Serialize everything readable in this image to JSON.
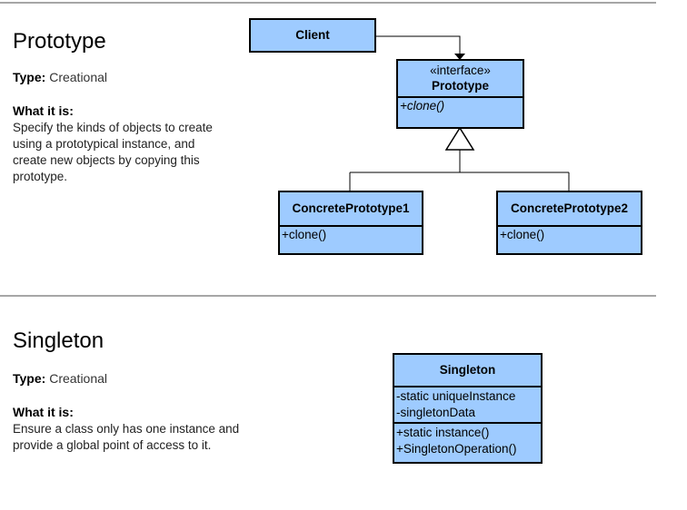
{
  "prototype": {
    "title": "Prototype",
    "type_label": "Type:",
    "type_value": "Creational",
    "what_label": "What it is:",
    "description": [
      "Specify the kinds of objects to create",
      "using a prototypical instance, and",
      "create new objects by copying this",
      "prototype."
    ],
    "client": "Client",
    "interface_stereotype": "«interface»",
    "interface_name": "Prototype",
    "interface_method": "+clone()",
    "concrete1_name": "ConcretePrototype1",
    "concrete1_method": "+clone()",
    "concrete2_name": "ConcretePrototype2",
    "concrete2_method": "+clone()"
  },
  "singleton": {
    "title": "Singleton",
    "type_label": "Type:",
    "type_value": "Creational",
    "what_label": "What it is:",
    "description": [
      "Ensure a class only has one instance and",
      "provide a global point of access to it."
    ],
    "class_name": "Singleton",
    "attributes": [
      "-static uniqueInstance",
      "-singletonData"
    ],
    "methods": [
      "+static instance()",
      "+SingletonOperation()"
    ]
  },
  "colors": {
    "box_fill": "#9ecbff",
    "separator": "#a6a6a6"
  }
}
